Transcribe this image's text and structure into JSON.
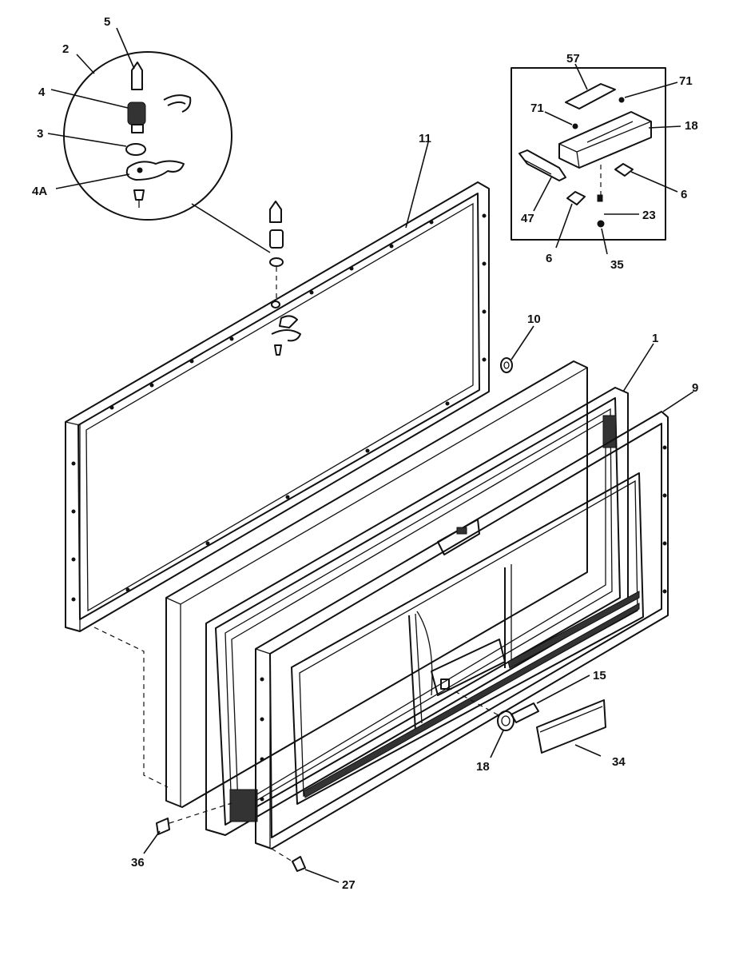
{
  "callouts": {
    "c5": "5",
    "c2": "2",
    "c4": "4",
    "c3": "3",
    "c4a": "4A",
    "c11": "11",
    "c57": "57",
    "c71a": "71",
    "c71b": "71",
    "c18a": "18",
    "c6a": "6",
    "c47": "47",
    "c6b": "6",
    "c23": "23",
    "c35": "35",
    "c10": "10",
    "c1": "1",
    "c9": "9",
    "c15": "15",
    "c18b": "18",
    "c34": "34",
    "c36": "36",
    "c27": "27"
  }
}
